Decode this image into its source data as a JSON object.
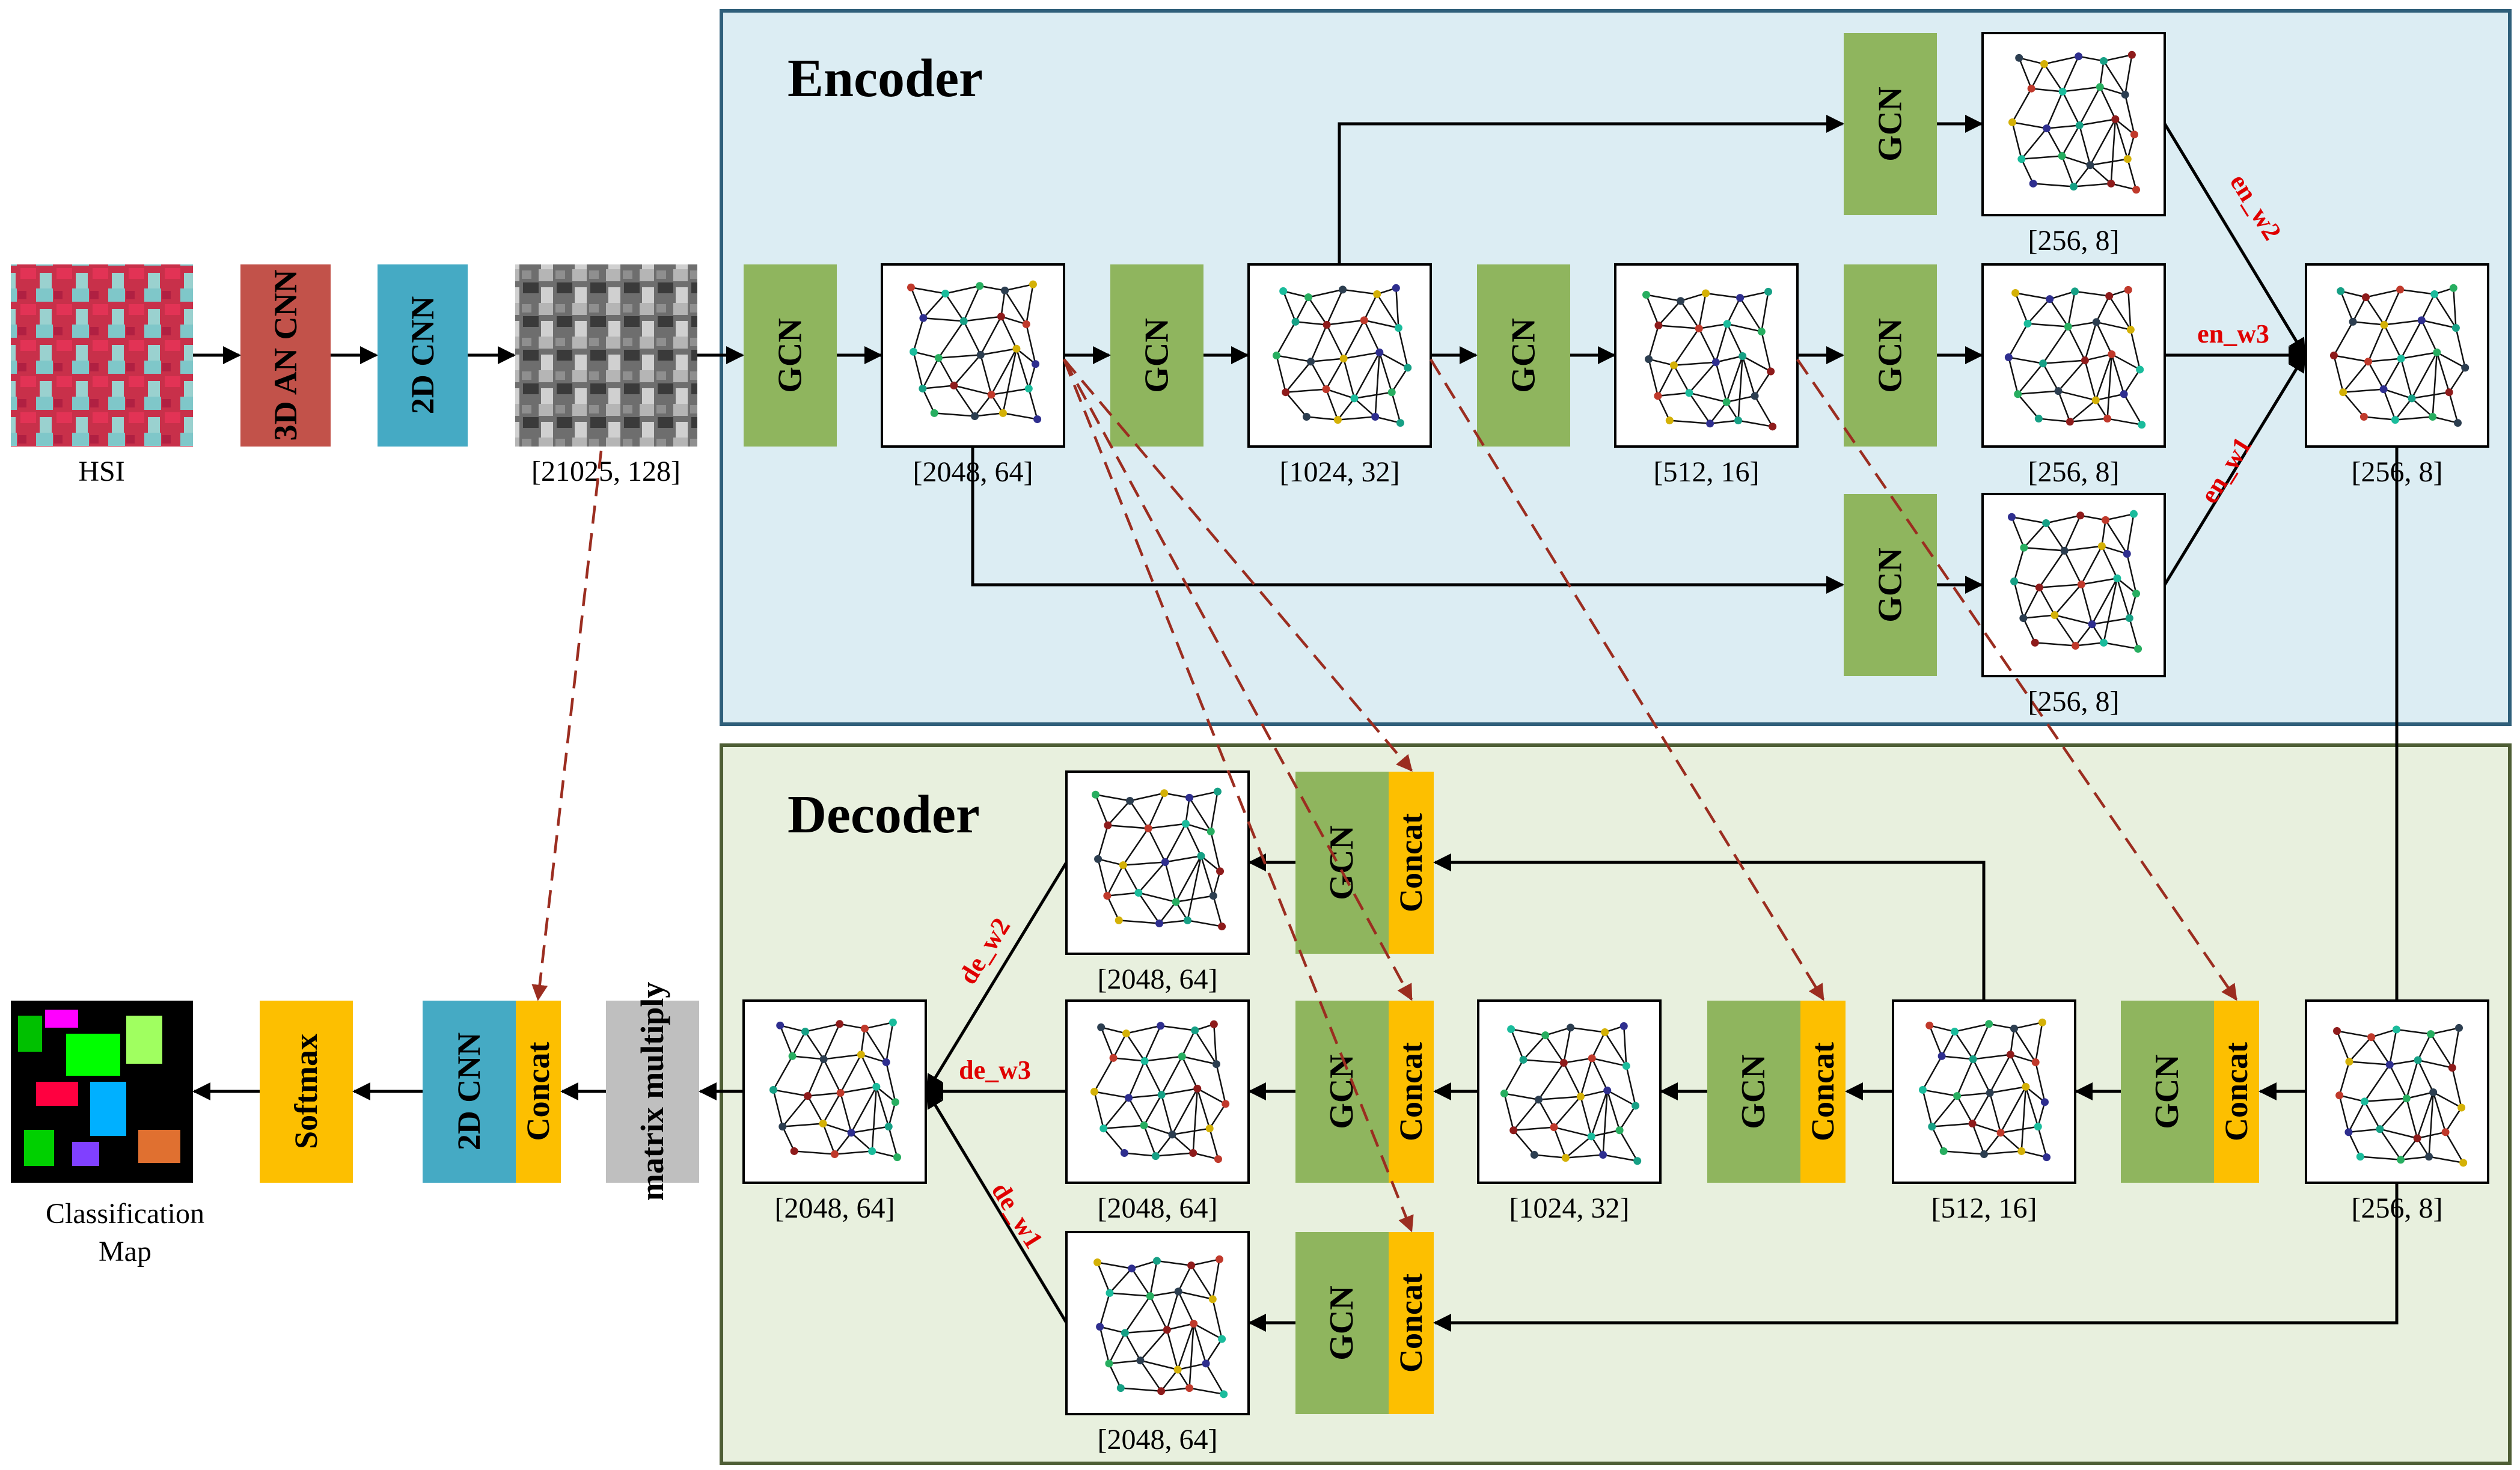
{
  "encoder": {
    "title": "Encoder"
  },
  "decoder": {
    "title": "Decoder"
  },
  "input": {
    "hsi_label": "HSI",
    "an_cnn_label": "3D AN CNN",
    "cnn2d_label": "2D CNN",
    "feature_shape": "[21025, 128]"
  },
  "blocks": {
    "gcn": "GCN",
    "concat": "Concat"
  },
  "shapes": {
    "enc_g1": "[2048, 64]",
    "enc_g2": "[1024, 32]",
    "enc_g3": "[512, 16]",
    "enc_top": "[256, 8]",
    "enc_mid": "[256, 8]",
    "enc_bot": "[256, 8]",
    "enc_fuse": "[256, 8]",
    "dec_in": "[256, 8]",
    "dec_512": "[512, 16]",
    "dec_1024": "[1024, 32]",
    "dec_top": "[2048, 64]",
    "dec_mid": "[2048, 64]",
    "dec_bot": "[2048, 64]",
    "dec_out": "[2048, 64]"
  },
  "weights": {
    "en_w1": "en_w1",
    "en_w2": "en_w2",
    "en_w3": "en_w3",
    "de_w1": "de_w1",
    "de_w2": "de_w2",
    "de_w3": "de_w3"
  },
  "output": {
    "matrix_multiply": "matrix multiply",
    "cnn2d_label": "2D CNN",
    "concat_label": "Concat",
    "softmax_label": "Softmax",
    "map_label_line1": "Classification",
    "map_label_line2": "Map"
  },
  "colors": {
    "encoder_bg": "#dcedf3",
    "encoder_border": "#2f5f7a",
    "decoder_bg": "#e8f0de",
    "decoder_border": "#4e5e35",
    "gcn": "#8fb55e",
    "concat": "#fdbf00",
    "cnn2d": "#45aac4",
    "an_cnn": "#c2524a",
    "softmax": "#fdbf00",
    "matmul": "#bfbfbf",
    "weight_text": "#e00000",
    "skip_arrow": "#9b2d20"
  }
}
